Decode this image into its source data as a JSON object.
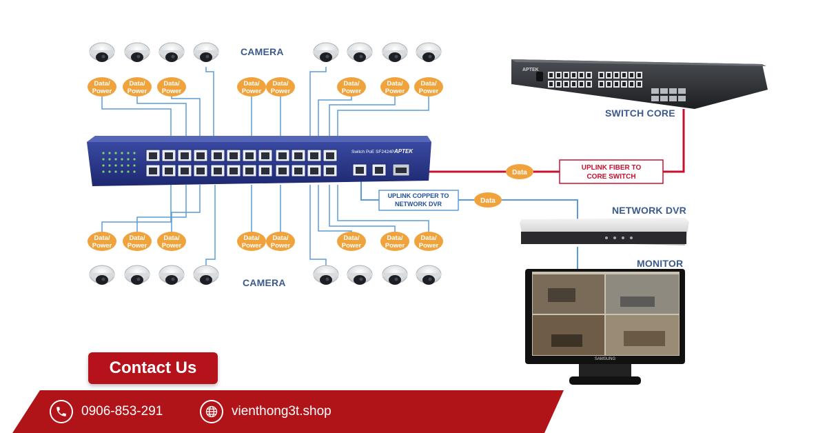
{
  "labels": {
    "camera_top": "CAMERA",
    "camera_bottom": "CAMERA",
    "switch_core": "SWITCH CORE",
    "network_dvr": "NETWORK DVR",
    "monitor": "MONITOR"
  },
  "badge": {
    "line1": "Data/",
    "line2": "Power"
  },
  "data_badge": "Data",
  "uplink_fiber": {
    "line1": "UPLINK FIBER TO",
    "line2": "CORE SWITCH"
  },
  "uplink_copper": {
    "line1": "UPLINK COPPER TO",
    "line2": "NETWORK DVR"
  },
  "switch_poe": {
    "name": "Switch PoE SF2424P",
    "brand": "APTEK"
  },
  "core_switch": {
    "brand": "APTEK"
  },
  "monitor_brand": "SAMSUNG",
  "contact": {
    "button": "Contact Us",
    "phone": "0906-853-291",
    "website": "vienthong3t.shop"
  },
  "colors": {
    "orange": "#f0a33c",
    "red": "#b5121b",
    "blue_line": "#5b9bd5",
    "label_blue": "#3a5a8c"
  }
}
